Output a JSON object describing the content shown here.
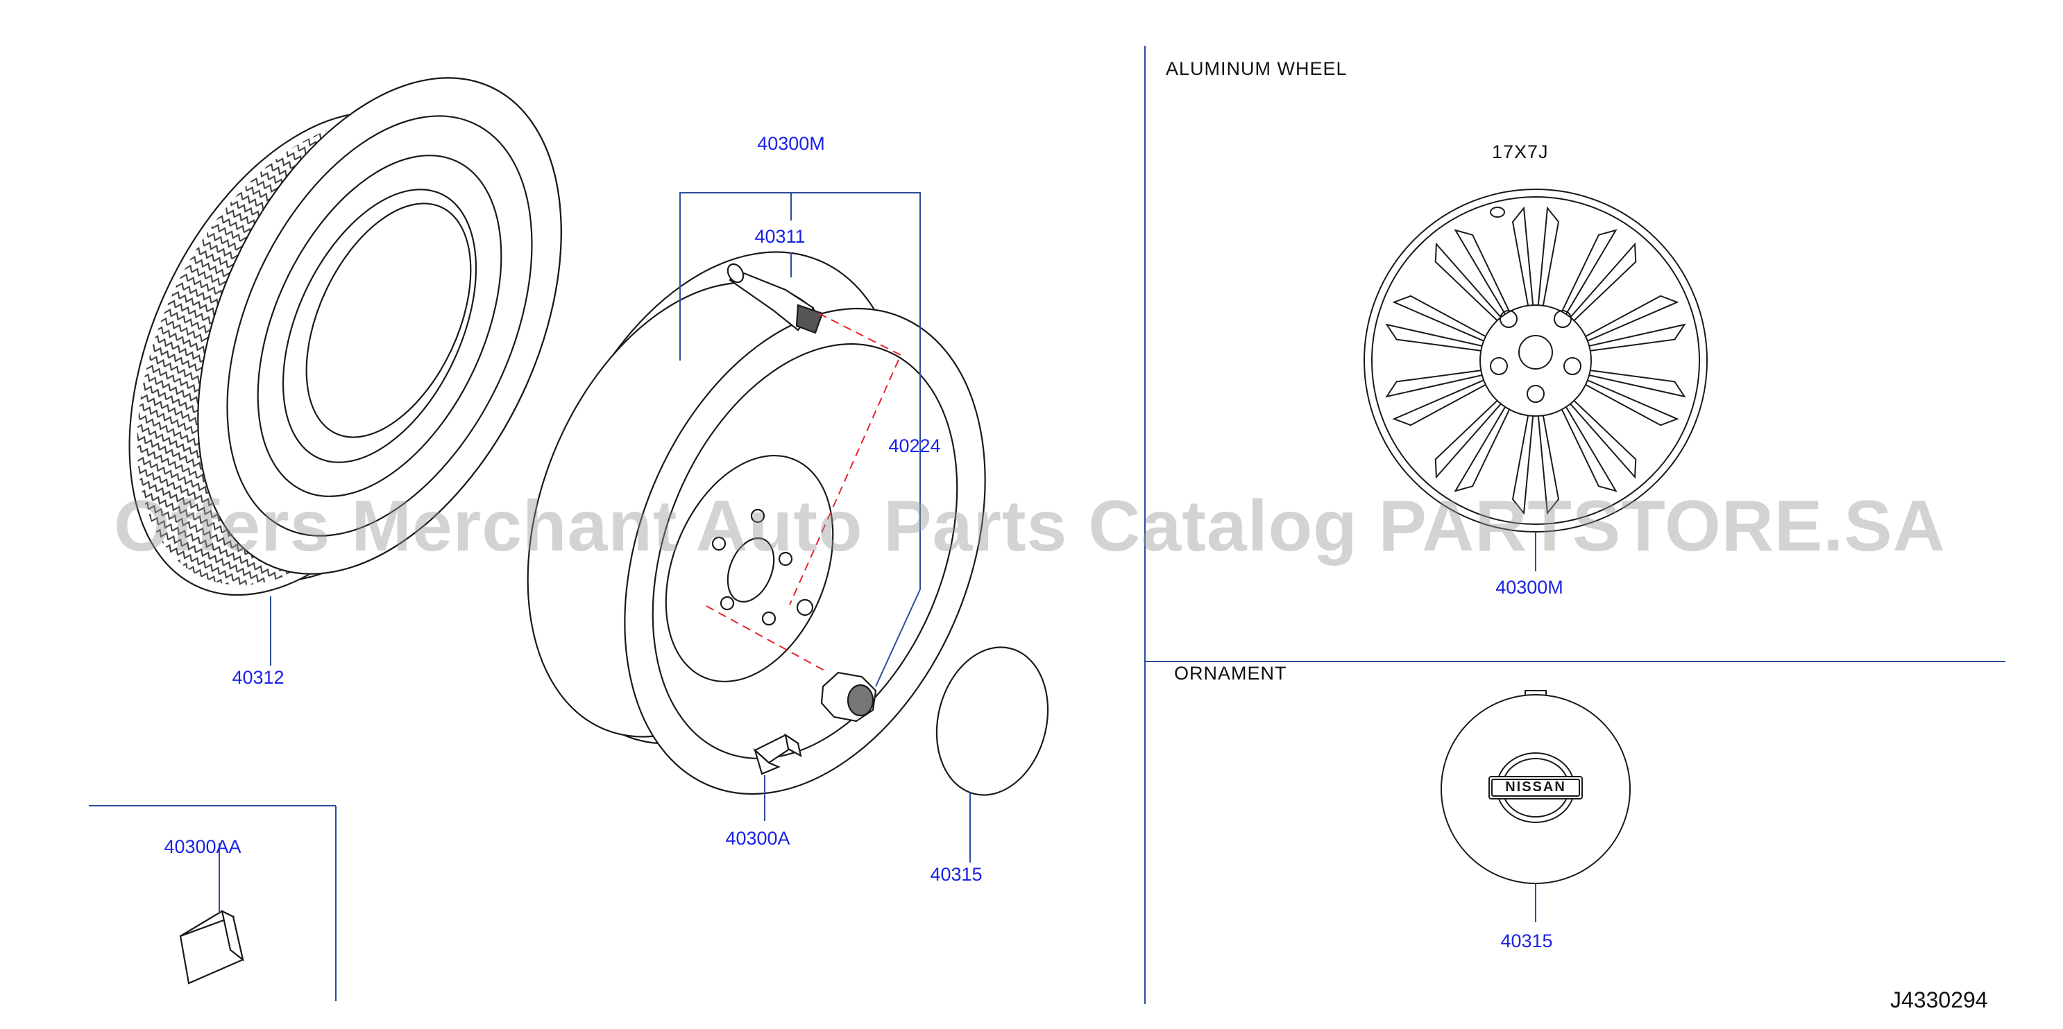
{
  "diagram": {
    "image_code": "J4330294",
    "watermark": "Offers Merchant Auto Parts Catalog PARTSTORE.SA",
    "sections": {
      "aluminum_wheel": "ALUMINUM   WHEEL",
      "ornament": "ORNAMENT"
    },
    "wheel_size": "17X7J",
    "callouts": {
      "tire": "40312",
      "wheel_assembly": "40300M",
      "valve": "40311",
      "nut": "40224",
      "balance_weight": "40300A",
      "disc_ornament": "40315",
      "balance_weight_adhesive": "40300AA",
      "aluminum_wheel": "40300M",
      "ornament": "40315"
    },
    "ornament_logo": "NISSAN"
  },
  "colors": {
    "callout_text": "#1a22e6",
    "leader_line": "#2b4c9b",
    "dashed_line": "#e8232a",
    "drawing": "#1a1a1a"
  }
}
